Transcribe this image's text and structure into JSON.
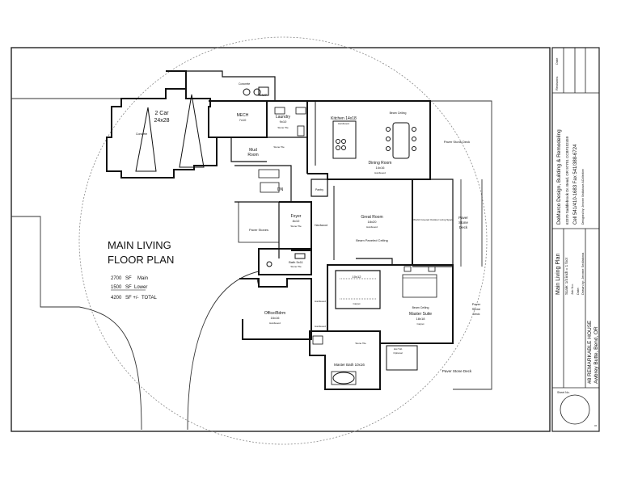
{
  "title": {
    "line1": "MAIN LIVING",
    "line2": "FLOOR PLAN"
  },
  "areas": [
    {
      "value": "2700",
      "unit": "SF",
      "label": "Main"
    },
    {
      "value": "1500",
      "unit": "SF",
      "label": "Lower"
    },
    {
      "value": "4200",
      "unit": "SF +/-",
      "label": "TOTAL"
    }
  ],
  "rooms": {
    "garage": {
      "name": "2 Car",
      "size": "24x28"
    },
    "concrete_1": "Concrete",
    "concrete_2": "Concrete",
    "hwp": "HWP",
    "mech": {
      "name": "MECH",
      "size": "7x10"
    },
    "laundry": {
      "name": "Laundry",
      "size": "9x10",
      "floor": "Stone Tile"
    },
    "mud": {
      "name": "Mud",
      "sub": "Room",
      "floor": "Stone Tile"
    },
    "kitchen": {
      "name": "Kitchen 14x18",
      "floor": "Hardwood"
    },
    "beam_ceiling_kitchen": "Beam Ceiling",
    "dining": {
      "name": "Dining Room",
      "size": "14x16",
      "floor": "Hardwood"
    },
    "paver_deck_top": "Paver Stone Deck",
    "pantry": "Pantry",
    "foyer": {
      "name": "Foyer",
      "size": "8x10",
      "floor": "Stone Tile"
    },
    "hardwood_hall": "Hardwood",
    "great": {
      "name": "Great Room",
      "size": "18x20",
      "floor": "Hardwood",
      "ceiling": "Beam Paneled Ceiling"
    },
    "covered_living": "World Covered Outdoor Living Space",
    "paver_deck_right": {
      "name": "Paver",
      "sub": "Stone",
      "sub2": "Deck"
    },
    "paver_stones": "Paver Stones",
    "bath": {
      "name": "Bath 5x11",
      "floor": "Stone Tile"
    },
    "dn": "DN",
    "office": {
      "name": "Office/Bdrm",
      "size": "16x16",
      "floor": "Hardwood"
    },
    "closet": {
      "name": "10x12",
      "floor": "Carpet"
    },
    "master": {
      "name": "Master Suite",
      "size": "18x18",
      "floor": "Carpet",
      "ceiling": "Beam Ceiling"
    },
    "hardwood_1": "Hardwood",
    "hardwood_2": "Hardwood",
    "stone_tile_mb": "Stone Tile",
    "hot_tub": {
      "name": "Hot Tub",
      "sub": "Optional"
    },
    "master_bath": "Master Bath 10x16",
    "paver_deck_bottom": "Paver Stone Deck",
    "paver_deck_se": {
      "name": "Paver",
      "sub": "Stone",
      "sub2": "Deck"
    }
  },
  "title_block": {
    "revisions": "Revisions",
    "date": "Date",
    "company": "DeMarco Design, Building & Remodeling",
    "address": "63370 Saddlebrook Dr. Bend, OR 97701 CCB#152459",
    "phone": "Cell 541/410-1683  Fax 541/388-6724",
    "designed_by": "Designed by: Jerome Sedlakova &Collective",
    "sheet_title": "Main Living Plan",
    "scale": "Scale: 1/4 inch = 1 foot",
    "job": "Job No.",
    "date_field": "Date:",
    "drawn": "Drawn by: Jerome Sedlakova",
    "project1": "#8  REMARKABLE HOUSE",
    "project2": "Awbrey Butte, Bend, OR",
    "sheet_no": "Sheet No.",
    "of": "Of"
  }
}
